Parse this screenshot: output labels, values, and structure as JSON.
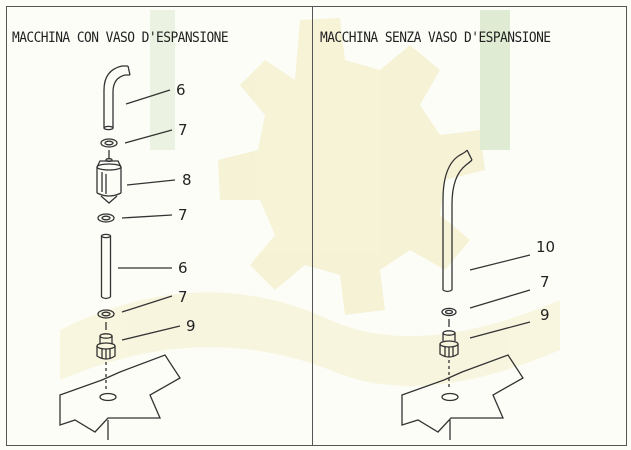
{
  "panels": {
    "left": {
      "title": "MACCHINA CON VASO D'ESPANSIONE",
      "callouts": [
        "6",
        "7",
        "8",
        "7",
        "6",
        "7",
        "9"
      ]
    },
    "right": {
      "title": "MACCHINA SENZA VASO D'ESPANSIONE",
      "callouts": [
        "10",
        "7",
        "9"
      ]
    }
  },
  "colors": {
    "line": "#333333",
    "watermark": "#e9dc8f",
    "watermark_green": "#a8c98a"
  }
}
